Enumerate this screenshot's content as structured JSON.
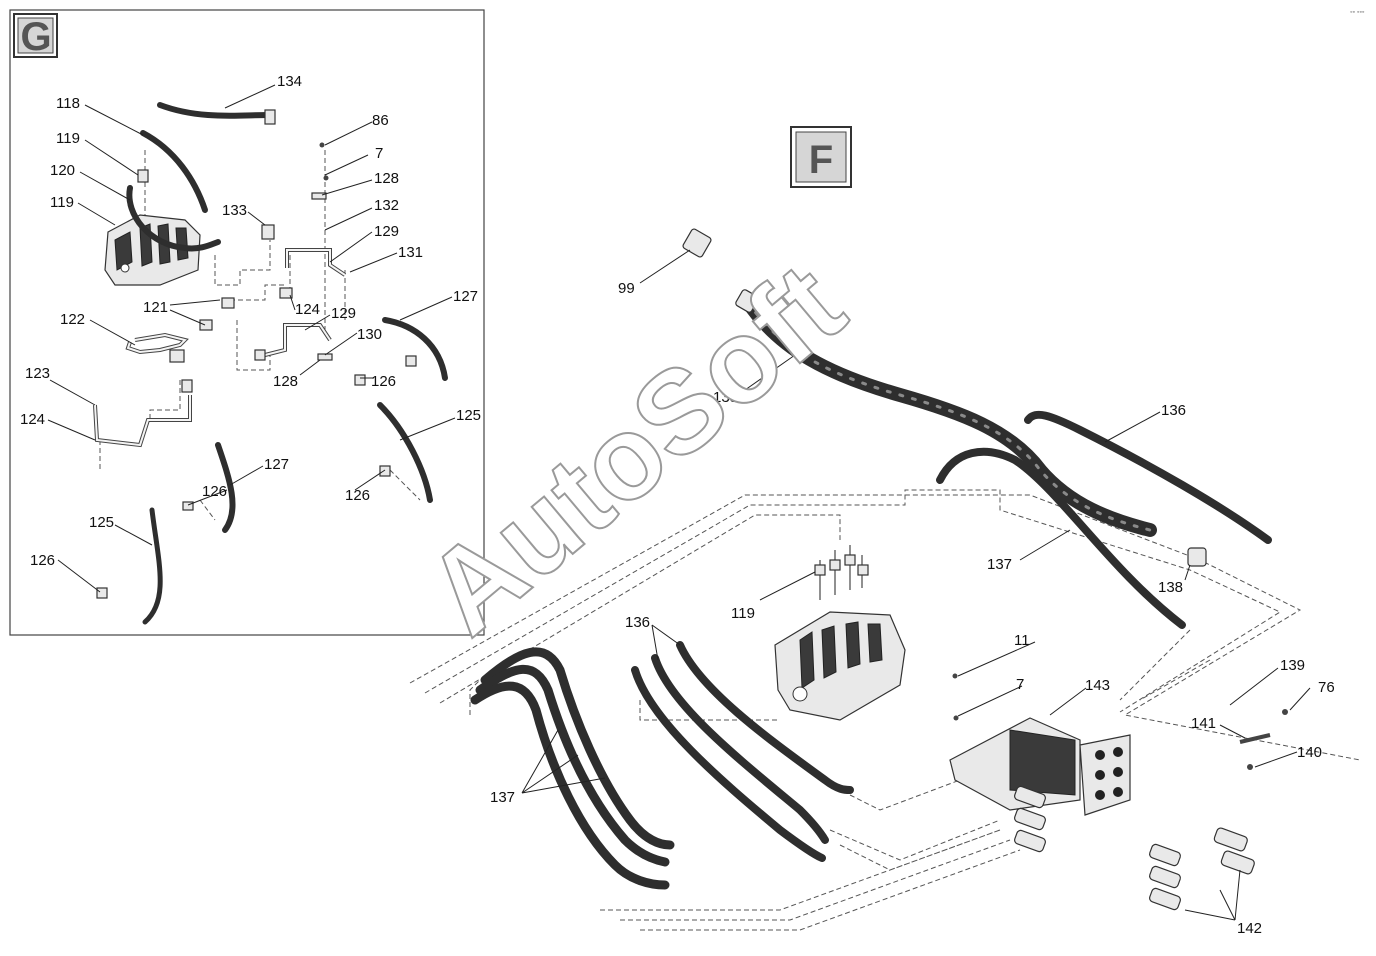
{
  "sections": {
    "g": {
      "letter": "G"
    },
    "f": {
      "letter": "F"
    }
  },
  "watermark": "AutoSoft",
  "corner_mark": "◦◦ ◦◦◦",
  "callouts": {
    "g": [
      "134",
      "118",
      "119",
      "120",
      "119",
      "133",
      "86",
      "7",
      "128",
      "132",
      "129",
      "131",
      "127",
      "121",
      "124",
      "129",
      "122",
      "130",
      "128",
      "126",
      "123",
      "124",
      "125",
      "127",
      "126",
      "126",
      "125",
      "126"
    ],
    "f": [
      "99",
      "135",
      "136",
      "137",
      "138",
      "119",
      "136",
      "11",
      "7",
      "143",
      "139",
      "76",
      "141",
      "140",
      "137",
      "142"
    ]
  },
  "colors": {
    "hose": "#2e2e2e",
    "outline": "#333333",
    "watermark_stroke": "#9a9a9a"
  }
}
